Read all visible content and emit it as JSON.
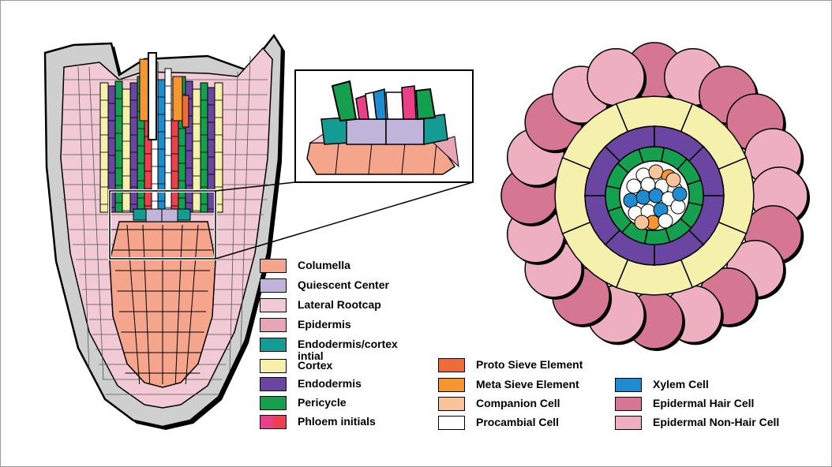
{
  "figure": {
    "background": "#ffffff",
    "outline_color": "#000000"
  },
  "colors": {
    "columella": "#f4a58c",
    "quiescent_center": "#c0b4da",
    "lateral_rootcap": "#f2cad6",
    "epidermis": "#e7a6b8",
    "endodermis_cortex_initial": "#139b94",
    "cortex": "#f5f0ab",
    "endodermis": "#6a45a1",
    "pericycle": "#14a04e",
    "phloem_initials": "#ef3e4f",
    "proto_sieve_element": "#ee6b3a",
    "meta_sieve_element": "#f6962f",
    "companion_cell": "#f8c49c",
    "procambial_cell": "#ffffff",
    "xylem_cell": "#1f8cd0",
    "epidermal_hair_cell": "#d57793",
    "epidermal_non_hair_cell": "#eeb0c1",
    "outer_cap": "#cfcfcf"
  },
  "legend": [
    {
      "id": "columella",
      "label": "Columella",
      "color": "#f4a58c"
    },
    {
      "id": "quiescent-center",
      "label": "Quiescent Center",
      "color": "#c0b4da"
    },
    {
      "id": "lateral-rootcap",
      "label": "Lateral Rootcap",
      "color": "#f2cad6"
    },
    {
      "id": "epidermis",
      "label": "Epidermis",
      "color": "#e7a6b8"
    },
    {
      "id": "endodermis-cortex-initial",
      "label": "Endodermis/cortex intial",
      "color": "#139b94"
    },
    {
      "id": "cortex",
      "label": "Cortex",
      "color": "#f5f0ab"
    },
    {
      "id": "endodermis",
      "label": "Endodermis",
      "color": "#6a45a1"
    },
    {
      "id": "pericycle",
      "label": "Pericycle",
      "color": "#14a04e"
    },
    {
      "id": "phloem-initials",
      "label": "Phloem initials",
      "color": "#ef3e4f",
      "color2": "#ec3f8a"
    },
    {
      "id": "proto-sieve-element",
      "label": "Proto Sieve Element",
      "color": "#ee6b3a"
    },
    {
      "id": "meta-sieve-element",
      "label": "Meta Sieve Element",
      "color": "#f6962f"
    },
    {
      "id": "companion-cell",
      "label": "Companion Cell",
      "color": "#f8c49c"
    },
    {
      "id": "procambial-cell",
      "label": "Procambial Cell",
      "color": "#ffffff"
    },
    {
      "id": "xylem-cell",
      "label": "Xylem Cell",
      "color": "#1f8cd0"
    },
    {
      "id": "epidermal-hair-cell",
      "label": "Epidermal Hair Cell",
      "color": "#d57793"
    },
    {
      "id": "epidermal-non-hair-cell",
      "label": "Epidermal Non-Hair Cell",
      "color": "#eeb0c1"
    }
  ]
}
